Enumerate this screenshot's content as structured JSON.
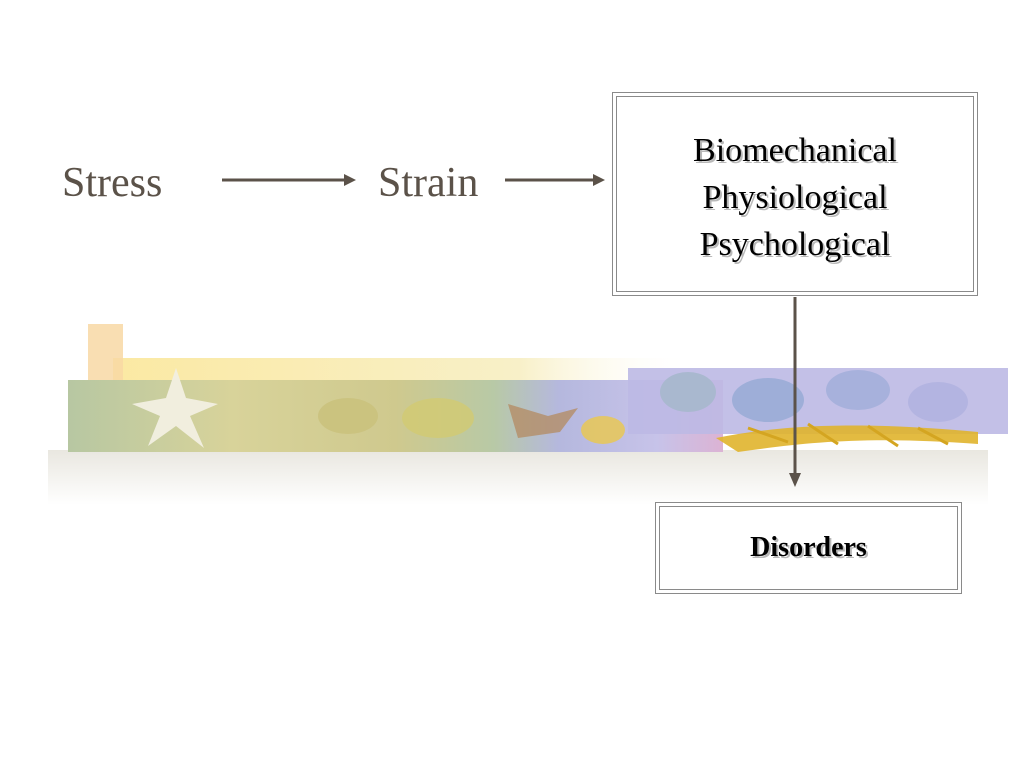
{
  "diagram": {
    "stress_label": "Stress",
    "strain_label": "Strain",
    "effects_box": {
      "lines": [
        "Biomechanical",
        "Physiological",
        "Psychological"
      ]
    },
    "disorders_label": "Disorders",
    "colors": {
      "label_text": "#5b5249",
      "arrow": "#5b5249",
      "box_border": "#8a8a8a"
    },
    "decorative_banner": "autumn-leaves-collage-image"
  }
}
